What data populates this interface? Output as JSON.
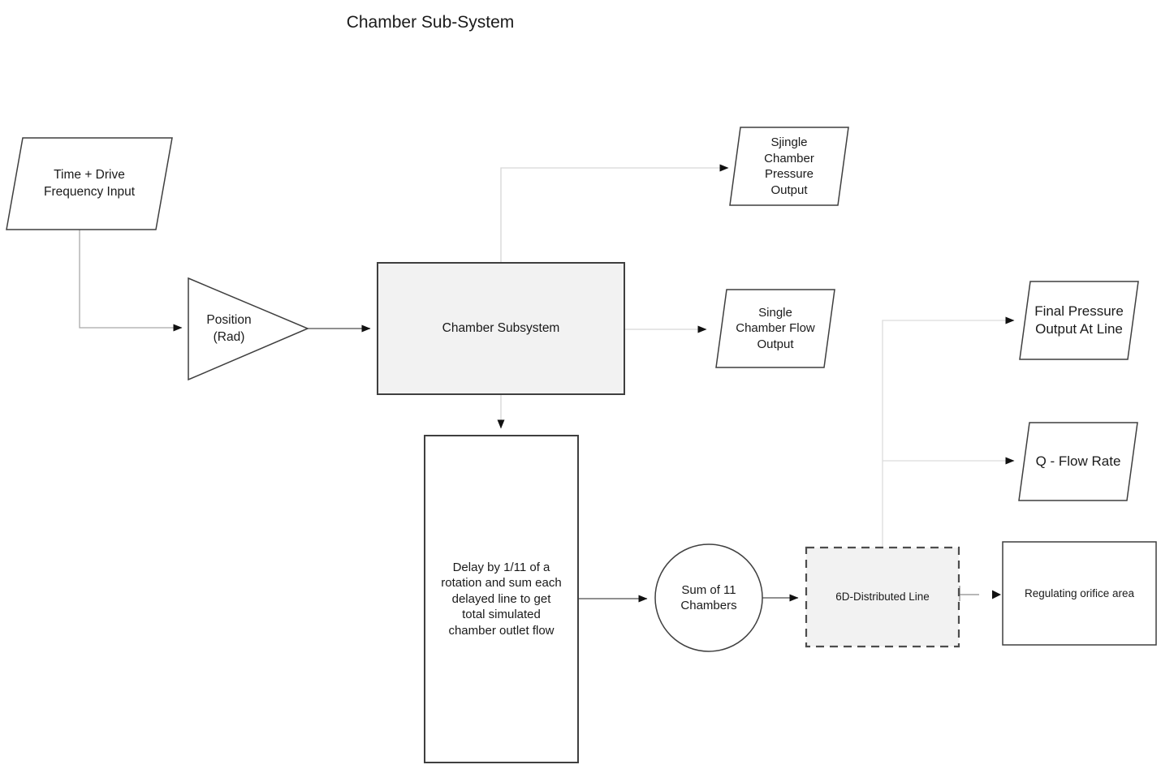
{
  "title": "Chamber Sub-System",
  "colors": {
    "background": "#ffffff",
    "node_fill_gray": "#f2f2f2",
    "node_fill_white": "#ffffff",
    "node_border": "#3f3f3f",
    "connector_light": "#d6d6d6",
    "connector_lightest": "#dcdcdc",
    "connector_medium": "#a9a9a9",
    "connector_dark": "#4d4d4d",
    "arrowhead": "#111111",
    "text": "#1a1a1a"
  },
  "nodes": {
    "time_drive_input": {
      "shape": "parallelogram",
      "label": "Time + Drive\nFrequency Input"
    },
    "position_gain": {
      "shape": "triangle",
      "label": "Position\n(Rad)"
    },
    "chamber_subsystem": {
      "shape": "rectangle",
      "label": "Chamber Subsystem"
    },
    "single_chamber_pressure_output": {
      "shape": "parallelogram",
      "label": "Sjingle\nChamber\nPressure\nOutput"
    },
    "single_chamber_flow_output": {
      "shape": "parallelogram",
      "label": "Single\nChamber Flow\nOutput"
    },
    "final_pressure_output": {
      "shape": "parallelogram",
      "label": "Final Pressure\nOutput At Line"
    },
    "q_flow_rate": {
      "shape": "parallelogram",
      "label": "Q - Flow Rate"
    },
    "delay_sum_block": {
      "shape": "rectangle",
      "label": "Delay by 1/11 of a\nrotation and sum each\ndelayed line to get\ntotal simulated\nchamber outlet flow"
    },
    "sum_of_11_chambers": {
      "shape": "circle",
      "label": "Sum of 11\nChambers"
    },
    "distributed_line": {
      "shape": "dashed-rectangle",
      "label": "6D-Distributed Line"
    },
    "regulating_orifice": {
      "shape": "rectangle",
      "label": "Regulating orifice area"
    }
  },
  "edges": [
    {
      "from": "time_drive_input",
      "to": "position_gain"
    },
    {
      "from": "position_gain",
      "to": "chamber_subsystem"
    },
    {
      "from": "chamber_subsystem",
      "to": "single_chamber_pressure_output"
    },
    {
      "from": "chamber_subsystem",
      "to": "single_chamber_flow_output"
    },
    {
      "from": "chamber_subsystem",
      "to": "delay_sum_block"
    },
    {
      "from": "delay_sum_block",
      "to": "sum_of_11_chambers"
    },
    {
      "from": "sum_of_11_chambers",
      "to": "distributed_line"
    },
    {
      "from": "distributed_line",
      "to": "final_pressure_output"
    },
    {
      "from": "distributed_line",
      "to": "q_flow_rate"
    },
    {
      "from": "distributed_line",
      "to": "regulating_orifice"
    }
  ]
}
